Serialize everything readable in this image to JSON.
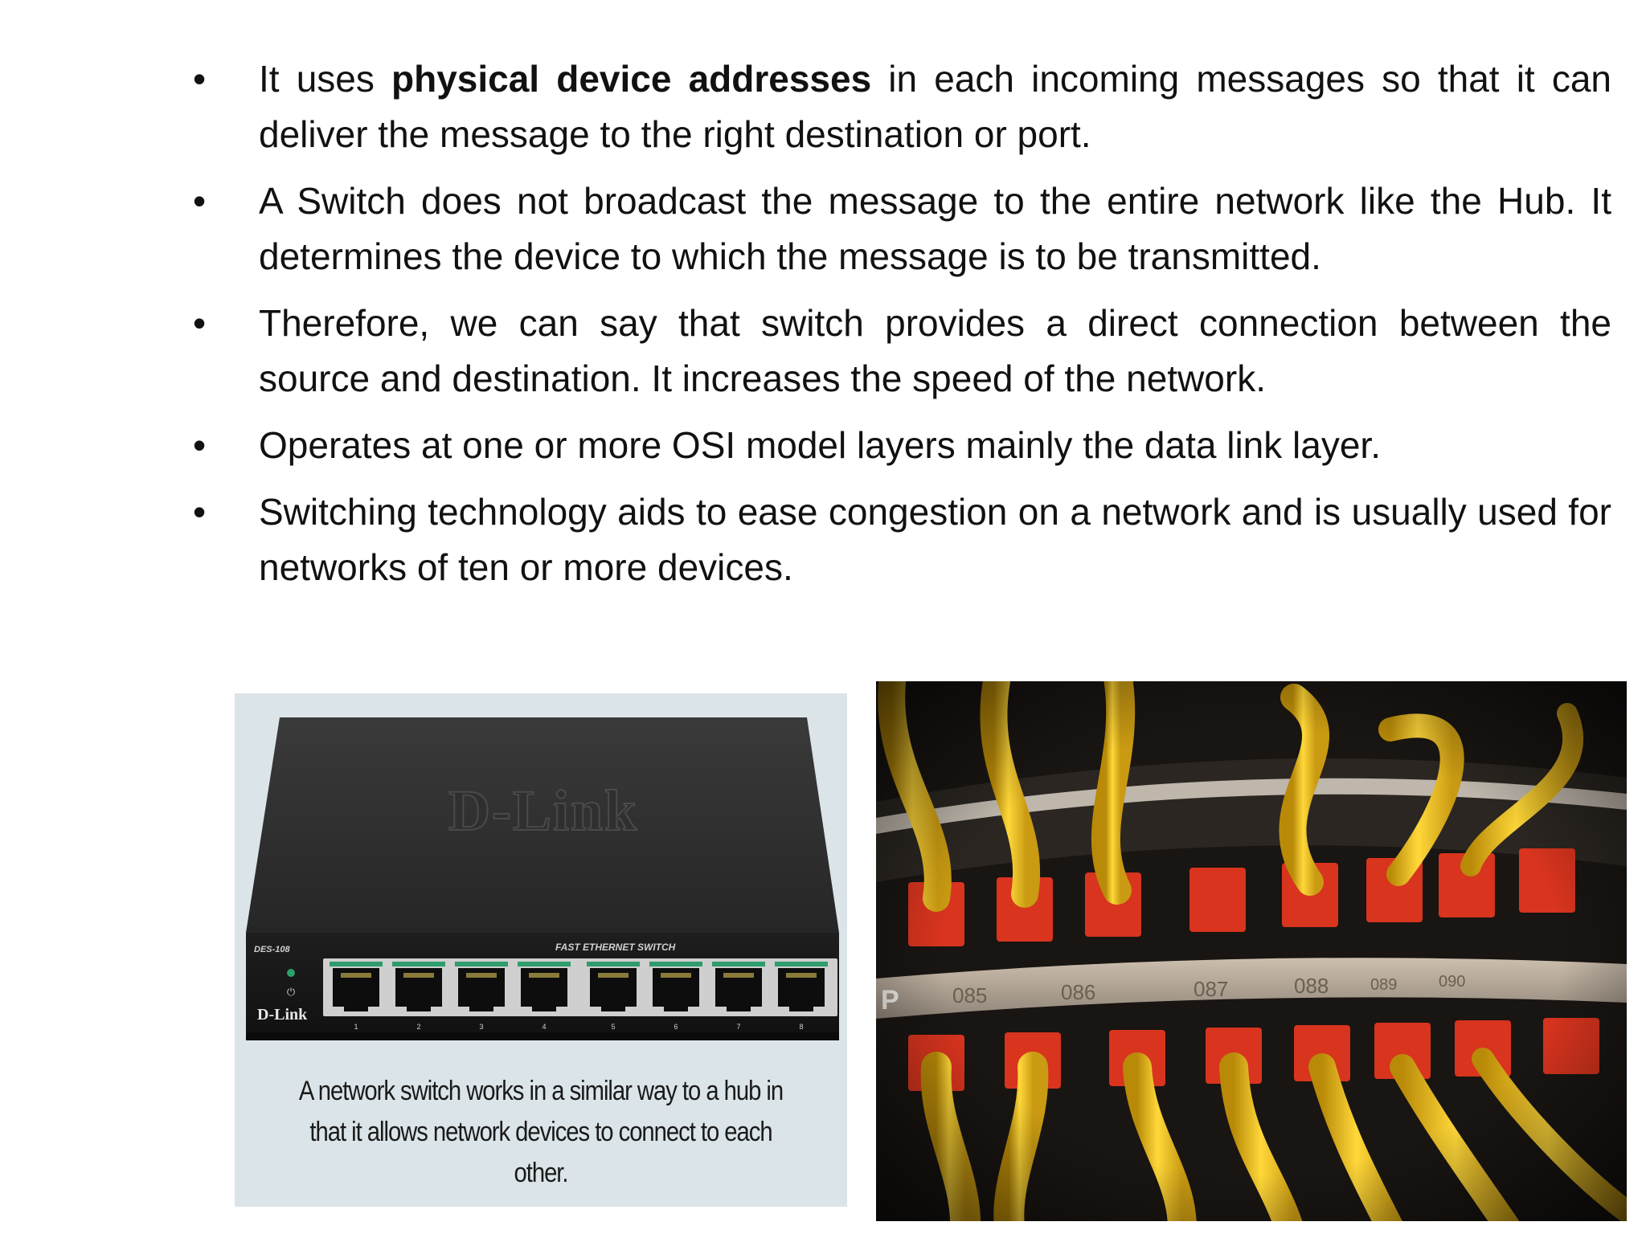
{
  "bullets": [
    {
      "pre": "It uses ",
      "bold": "physical device addresses",
      "post": " in each incoming messages so that it can deliver the message to the right destination or port."
    },
    {
      "pre": "A Switch does not broadcast the message to the entire network like the Hub. It determines the device to which the message is to be transmitted.",
      "bold": "",
      "post": ""
    },
    {
      "pre": "Therefore, we can say that switch provides a direct connection between the source and destination. It increases the speed of the network.",
      "bold": "",
      "post": ""
    },
    {
      "pre": "Operates at one or more OSI model layers mainly the data link layer.",
      "bold": "",
      "post": ""
    },
    {
      "pre": "Switching technology aids to ease congestion on a network and is usually used for networks of ten or more devices.",
      "bold": "",
      "post": ""
    }
  ],
  "bullet_glyph": "•",
  "switch_figure": {
    "brand_top": "D-Link",
    "brand_front": "D-Link",
    "model": "DES-108",
    "product": "FAST ETHERNET SWITCH",
    "port_numbers": [
      "1",
      "2",
      "3",
      "4",
      "5",
      "6",
      "7",
      "8"
    ],
    "caption": "A network switch works in a similar way to a hub in that it allows network devices to connect to each other."
  },
  "patch_panel_figure": {
    "panel_prefix": "P",
    "port_labels": [
      "085",
      "086",
      "087",
      "088",
      "089",
      "090"
    ]
  },
  "colors": {
    "text": "#111111",
    "figure_bg": "#dbe4e8",
    "switch_body": "#2b2b2b",
    "cable_yellow": "#f2c21c",
    "jack_red": "#d8341e"
  }
}
